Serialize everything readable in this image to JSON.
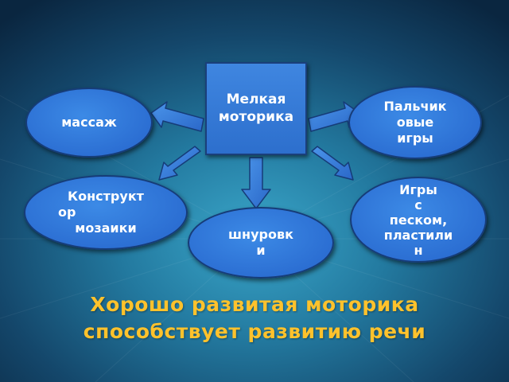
{
  "center": {
    "line1": "Мелкая",
    "line2": "моторика"
  },
  "nodes": {
    "massage": {
      "label": "массаж"
    },
    "finger_games": {
      "line1": "Пальчик",
      "line2": "овые",
      "line3": "игры"
    },
    "constructor": {
      "line1": "Конструкт",
      "line2": "ор",
      "line3": "мозаики"
    },
    "lacing": {
      "line1": "шнуровк",
      "line2": "и"
    },
    "sand_games": {
      "line1": "Игры",
      "line2": "с",
      "line3": "песком,",
      "line4": "пластили",
      "line5": "н"
    }
  },
  "footer": {
    "line1": "Хорошо развитая моторика",
    "line2": "способствует развитию речи"
  },
  "colors": {
    "background_light": "#2f8fb4",
    "background_dark": "#0b2a47",
    "shape_fill": "#2c6fd3",
    "footer_text": "#ffc22c"
  }
}
